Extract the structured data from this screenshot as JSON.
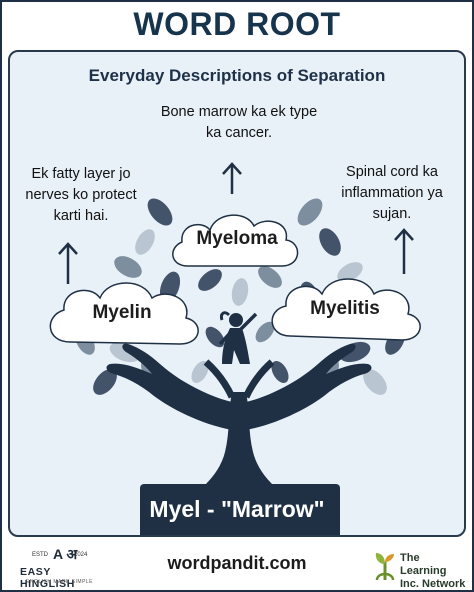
{
  "header": {
    "title": "WORD ROOT"
  },
  "subtitle": "Everyday Descriptions of Separation",
  "descriptions": {
    "myeloma": [
      "Bone marrow ka ek type",
      "ka cancer."
    ],
    "myelin": [
      "Ek fatty layer jo",
      "nerves ko protect",
      "karti hai."
    ],
    "myelitis": [
      "Spinal cord ka",
      "inflammation ya",
      "sujan."
    ]
  },
  "clouds": {
    "myelin": "Myelin",
    "myeloma": "Myeloma",
    "myelitis": "Myelitis"
  },
  "root": {
    "label": "Myel - \"Marrow\""
  },
  "footer": {
    "site": "wordpandit.com",
    "easy_hinglish": {
      "est": "ESTD",
      "year": "2024",
      "mark": "A अ",
      "name": "EASY HINGLISH",
      "tagline": "ENGLISH MADE SIMPLE"
    },
    "learning_network": {
      "line1": "The Learning",
      "line2": "Inc. Network"
    }
  },
  "colors": {
    "navy": "#1f3044",
    "panel_bg": "#e9f1f8",
    "leaf_light": "#b9c6d2",
    "leaf_mid": "#7d8e9e",
    "leaf_dark": "#43546a"
  }
}
